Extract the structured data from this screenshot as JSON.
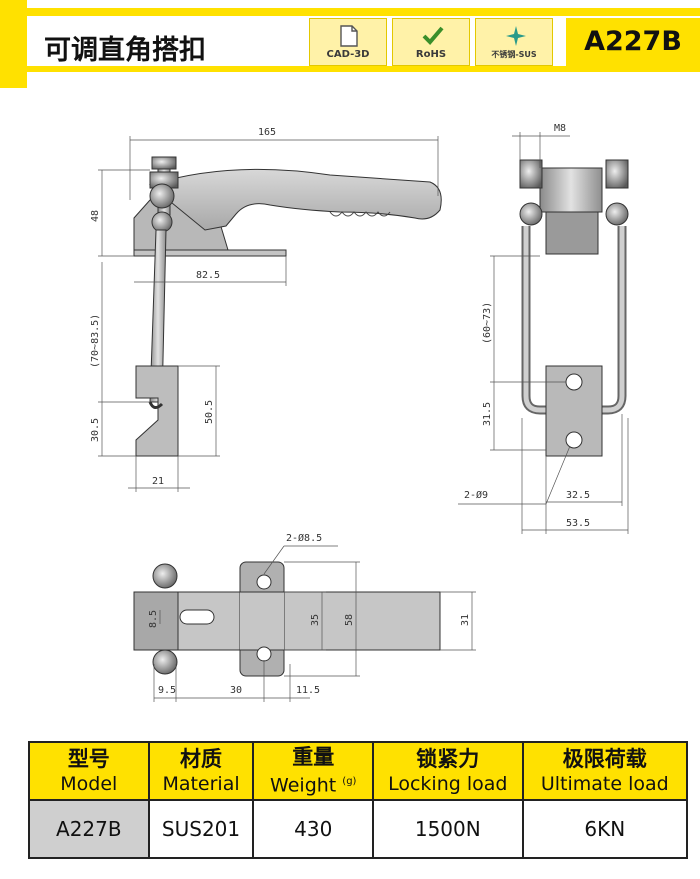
{
  "header": {
    "title": "可调直角搭扣",
    "badges": [
      "CAD-3D",
      "RoHS",
      "不锈钢-SUS"
    ],
    "model": "A227B"
  },
  "colors": {
    "accent": "#ffe100",
    "badge_bg": "#fff2a8"
  },
  "drawing": {
    "dims": {
      "overall_length": "165",
      "handle_height": "48",
      "base_length": "82.5",
      "adjust_range": "(70~83.5)",
      "hook_height": "30.5",
      "bracket_height": "50.5",
      "bracket_width": "21",
      "thread": "M8",
      "front_range": "(60~73)",
      "front_hook": "31.5",
      "hole_note": "2-Ø9",
      "hole_spacing": "32.5",
      "front_width": "53.5",
      "top_hole_note": "2-Ø8.5",
      "slot_width": "8.5",
      "bracket_inner": "35",
      "bracket_outer": "58",
      "strip_width": "31",
      "bottom_a": "9.5",
      "bottom_b": "30",
      "bottom_c": "11.5"
    }
  },
  "spec": {
    "headers": [
      {
        "zh": "型号",
        "en": "Model"
      },
      {
        "zh": "材质",
        "en": "Material"
      },
      {
        "zh": "重量",
        "en": "Weight",
        "unit": "(g)"
      },
      {
        "zh": "锁紧力",
        "en": "Locking load"
      },
      {
        "zh": "极限荷载",
        "en": "Ultimate load"
      }
    ],
    "row": [
      "A227B",
      "SUS201",
      "430",
      "1500N",
      "6KN"
    ]
  }
}
